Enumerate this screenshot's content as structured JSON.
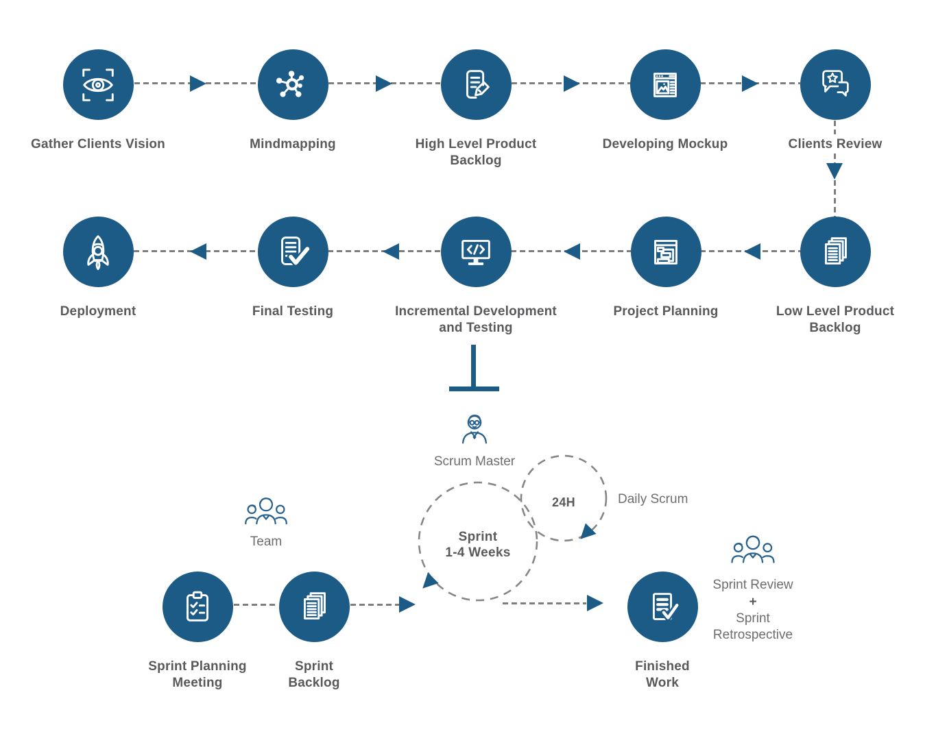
{
  "palette": {
    "circle_blue": "#1d5b87",
    "dashed_line_gray": "#7e7e7e",
    "bold_label_gray": "#58595b",
    "regular_label_gray": "#6c6d6f",
    "person_icon_blue": "#28618e",
    "icon_stroke": "#ffffff"
  },
  "flow_top": [
    {
      "label": "Gather Clients Vision",
      "icon": "eye-viewfinder-icon"
    },
    {
      "label": "Mindmapping",
      "icon": "mindmap-hub-icon"
    },
    {
      "label": "High Level Product Backlog",
      "icon": "document-edit-icon"
    },
    {
      "label": "Developing Mockup",
      "icon": "browser-mockup-icon"
    },
    {
      "label": "Clients Review",
      "icon": "chat-star-icon"
    }
  ],
  "flow_middle": [
    {
      "label": "Deployment",
      "icon": "rocket-icon"
    },
    {
      "label": "Final Testing",
      "icon": "document-check-icon"
    },
    {
      "label": "Incremental Development and Testing",
      "icon": "code-monitor-icon"
    },
    {
      "label": "Project Planning",
      "icon": "planning-window-icon"
    },
    {
      "label": "Low Level Product Backlog",
      "icon": "stacked-documents-icon"
    }
  ],
  "bottom": {
    "scrum_master": {
      "label": "Scrum Master",
      "icon": "scrum-master-person-icon"
    },
    "team": {
      "label": "Team",
      "icon": "team-people-icon"
    },
    "sprint_loop": {
      "line1": "Sprint",
      "line2": "1-4 Weeks"
    },
    "daily_loop": {
      "badge": "24H",
      "label": "Daily Scrum"
    },
    "nodes": [
      {
        "label": "Sprint Planning Meeting",
        "icon": "clipboard-checklist-icon"
      },
      {
        "label": "Sprint Backlog",
        "icon": "stacked-documents-icon"
      },
      {
        "label": "Finished Work",
        "icon": "document-check-outline-icon"
      }
    ],
    "review": {
      "line1": "Sprint Review",
      "plus": "+",
      "line2": "Sprint Retrospective",
      "icon": "team-people-icon"
    }
  }
}
